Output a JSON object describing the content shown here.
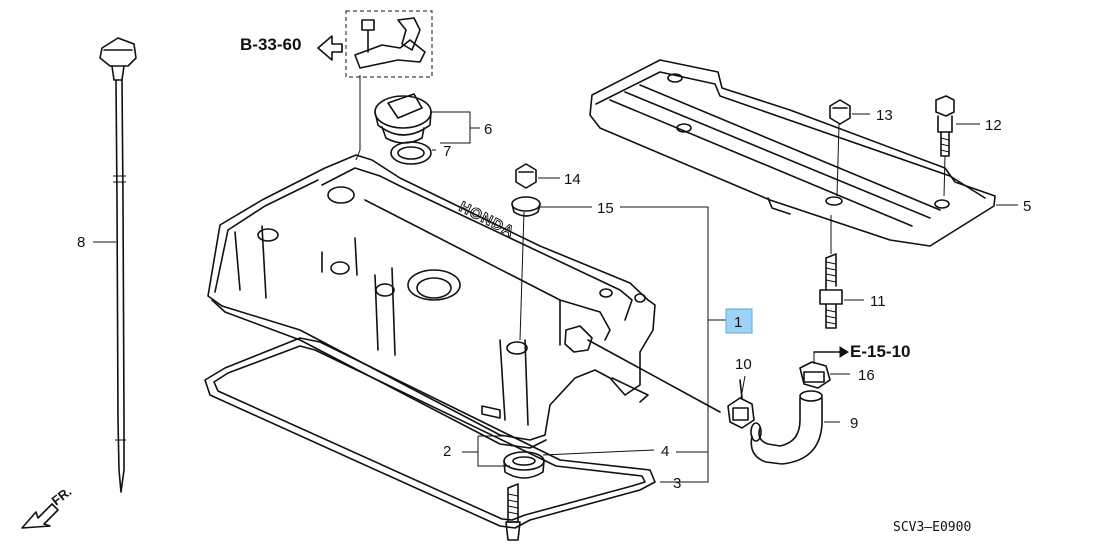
{
  "diagram_code": "SCV3—E0900",
  "brand_mark": "HONDA",
  "direction_label": "FR.",
  "highlight_color": "#9fd3f5",
  "references": {
    "ref_b": "B-33-60",
    "ref_e": "E-15-10"
  },
  "callouts": {
    "c1": "1",
    "c2": "2",
    "c3": "3",
    "c4": "4",
    "c5": "5",
    "c6": "6",
    "c7": "7",
    "c8": "8",
    "c9": "9",
    "c10": "10",
    "c11": "11",
    "c12": "12",
    "c13": "13",
    "c14": "14",
    "c15": "15",
    "c16": "16"
  }
}
